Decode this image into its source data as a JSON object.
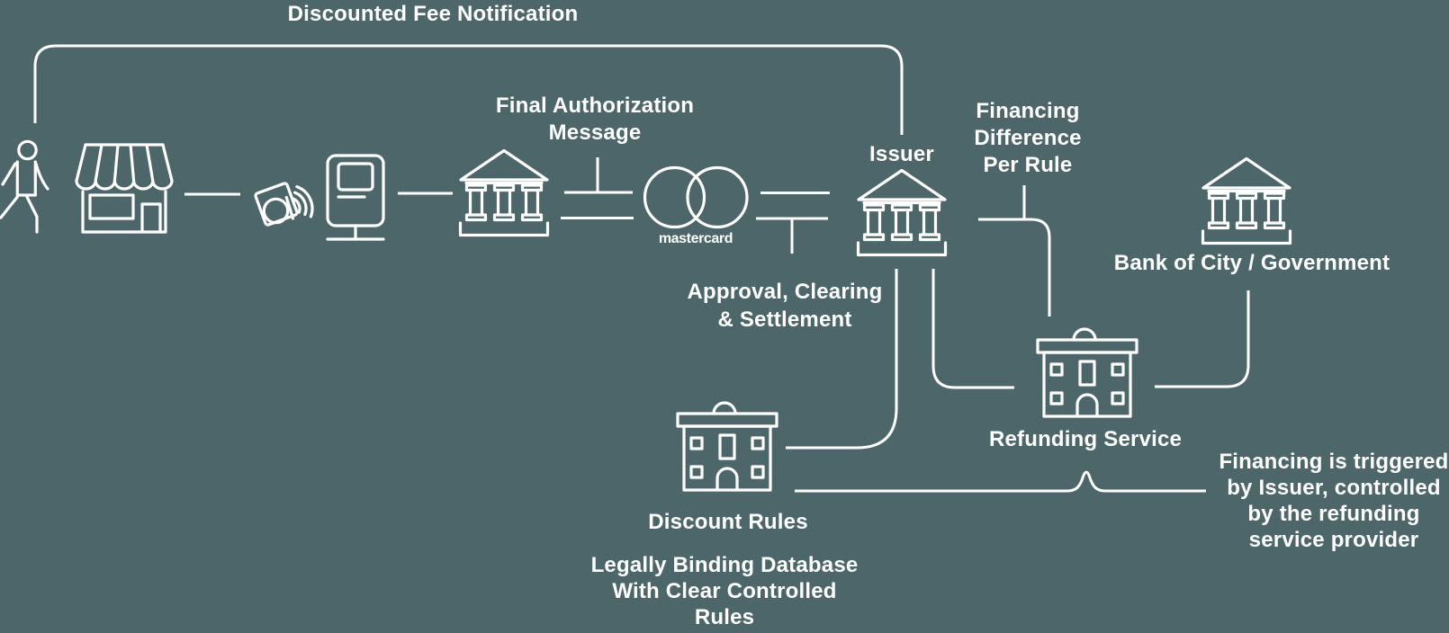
{
  "colors": {
    "background": "#4c666a",
    "line": "#ffffff",
    "text": "#ffffff"
  },
  "labels": {
    "discounted_fee_notification": "Discounted Fee Notification",
    "issuer": "Issuer",
    "bank_of_city": "Bank of City / Government",
    "refunding_service": "Refunding Service",
    "discount_rules": "Discount Rules",
    "mastercard_wordmark": "mastercard"
  },
  "annotations": {
    "final_authorization": [
      "Final Authorization",
      "Message"
    ],
    "approval_clearing": [
      "Approval, Clearing",
      "& Settlement"
    ],
    "financing_difference": [
      "Financing",
      "Difference",
      "Per Rule"
    ],
    "legally_binding": [
      "Legally Binding Database",
      "With Clear Controlled",
      "Rules"
    ],
    "financing_triggered": [
      "Financing is triggered",
      "by Issuer, controlled",
      "by the refunding",
      "service provider"
    ]
  },
  "nodes": [
    {
      "id": "cardholder",
      "icon": "person-icon"
    },
    {
      "id": "merchant-store",
      "icon": "store-icon"
    },
    {
      "id": "contactless-card",
      "icon": "card-contactless-icon"
    },
    {
      "id": "payment-terminal",
      "icon": "terminal-icon"
    },
    {
      "id": "acquirer-bank",
      "icon": "bank-icon"
    },
    {
      "id": "mastercard-network",
      "icon": "mastercard-logo"
    },
    {
      "id": "issuer-bank",
      "icon": "bank-icon",
      "label": "Issuer"
    },
    {
      "id": "bank-of-city",
      "icon": "bank-icon",
      "label": "Bank of City / Government"
    },
    {
      "id": "refunding-service",
      "icon": "building-icon",
      "label": "Refunding Service"
    },
    {
      "id": "discount-rules",
      "icon": "building-icon",
      "label": "Discount Rules"
    }
  ]
}
